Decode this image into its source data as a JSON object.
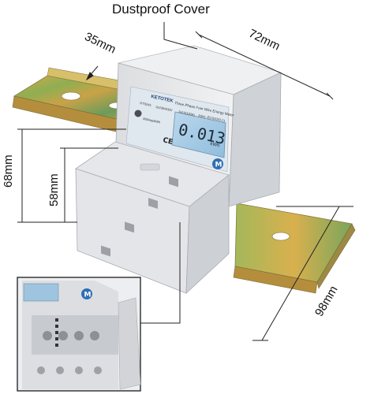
{
  "annotations": {
    "cover_label": "Dustproof Cover",
    "depth_label": "35mm",
    "width_label": "72mm",
    "height_label": "68mm",
    "inner_height_label": "58mm",
    "length_label": "98mm"
  },
  "meter": {
    "brand": "KETOTEK",
    "title": "Three Phase Four Wire Energy Meter",
    "model": "DTS541",
    "voltage": "3x230/400V",
    "current": "3x10(100A)",
    "frequency": "50Hz",
    "standard": "IEC62053-21",
    "constant": "800imp/kWh",
    "display_reading": "0.013",
    "display_unit": "kWh"
  },
  "colors": {
    "rail_gold": "#c9a13f",
    "rail_green": "#6f9d54",
    "lcd": "#a9cde6",
    "housing": "#e9eaec"
  }
}
